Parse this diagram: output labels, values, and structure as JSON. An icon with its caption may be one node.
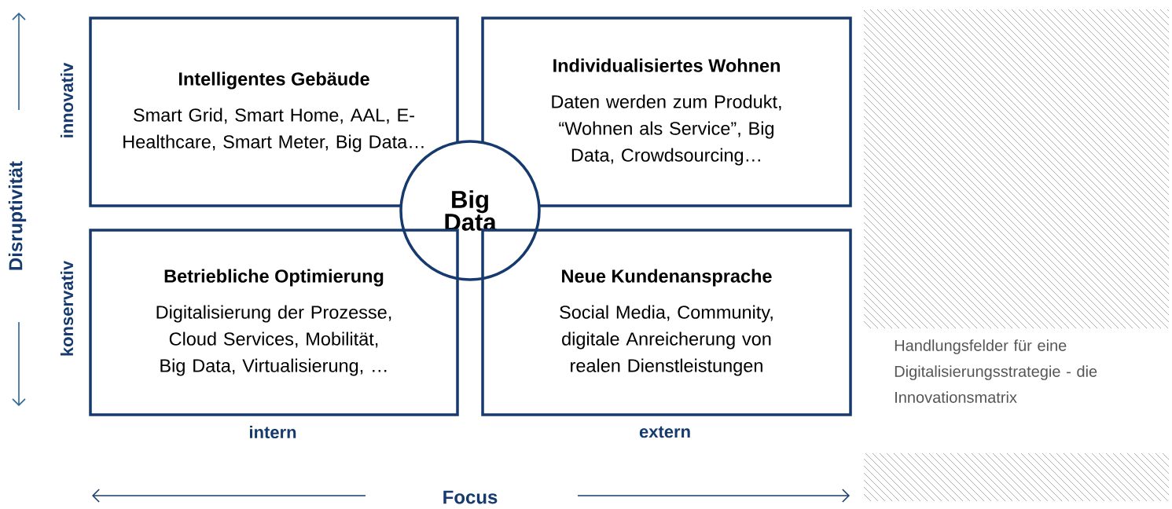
{
  "diagram": {
    "caption": "Handlungsfelder für eine Digitalisierungsstrategie - die Innovationsmatrix",
    "nodes": [
      {
        "text": [
          "Intelligentes Gebäude",
          "Smart Grid, Smart Home, AAL, E-Healthcare, Smart Meter, Big Data…"
        ]
      },
      {
        "text": [
          "Individualisiertes Wohnen",
          "Daten werden zum Produkt, “Wohnen als Service”, Big Data, Crowdsourcing…"
        ]
      },
      {
        "text": [
          "Big Data"
        ]
      },
      {
        "text": [
          "Betriebliche Optimierung",
          "Digitalisierung der Prozesse, Cloud Services, Mobilität, Big Data, Virtualisierung, …"
        ]
      },
      {
        "text": [
          "Neue Kundenansprache",
          "Social Media, Community, digitale Anreicherung von realen Dienstleistungen"
        ]
      }
    ],
    "labels": [
      "innovativ",
      "Disruptivität",
      "konservativ",
      "intern",
      "extern",
      "Focus"
    ]
  }
}
